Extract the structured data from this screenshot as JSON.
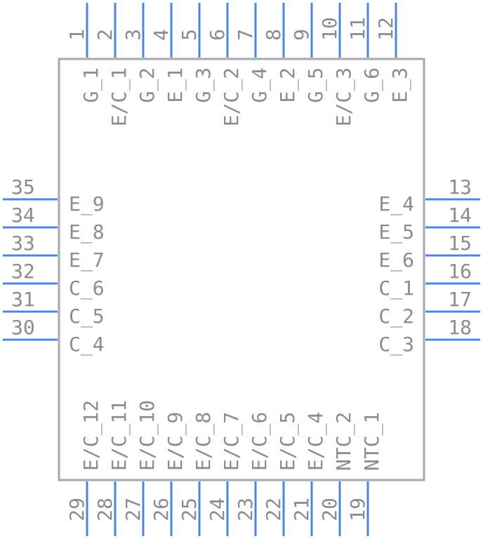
{
  "component": {
    "body_color": "#a8a8a8",
    "pin_color": "#4a86e8",
    "text_color": "#8c8c8c"
  },
  "pins": {
    "top": [
      {
        "number": "1",
        "name": "G_1"
      },
      {
        "number": "2",
        "name": "E/C_1"
      },
      {
        "number": "3",
        "name": "G_2"
      },
      {
        "number": "4",
        "name": "E_1"
      },
      {
        "number": "5",
        "name": "G_3"
      },
      {
        "number": "6",
        "name": "E/C_2"
      },
      {
        "number": "7",
        "name": "G_4"
      },
      {
        "number": "8",
        "name": "E_2"
      },
      {
        "number": "9",
        "name": "G_5"
      },
      {
        "number": "10",
        "name": "E/C_3"
      },
      {
        "number": "11",
        "name": "G_6"
      },
      {
        "number": "12",
        "name": "E_3"
      }
    ],
    "right": [
      {
        "number": "13",
        "name": "E_4"
      },
      {
        "number": "14",
        "name": "E_5"
      },
      {
        "number": "15",
        "name": "E_6"
      },
      {
        "number": "16",
        "name": "C_1"
      },
      {
        "number": "17",
        "name": "C_2"
      },
      {
        "number": "18",
        "name": "C_3"
      }
    ],
    "bottom": [
      {
        "number": "29",
        "name": "E/C_12"
      },
      {
        "number": "28",
        "name": "E/C_11"
      },
      {
        "number": "27",
        "name": "E/C_10"
      },
      {
        "number": "26",
        "name": "E/C_9"
      },
      {
        "number": "25",
        "name": "E/C_8"
      },
      {
        "number": "24",
        "name": "E/C_7"
      },
      {
        "number": "23",
        "name": "E/C_6"
      },
      {
        "number": "22",
        "name": "E/C_5"
      },
      {
        "number": "21",
        "name": "E/C_4"
      },
      {
        "number": "20",
        "name": "NTC_2"
      },
      {
        "number": "19",
        "name": "NTC_1"
      }
    ],
    "left": [
      {
        "number": "35",
        "name": "E_9"
      },
      {
        "number": "34",
        "name": "E_8"
      },
      {
        "number": "33",
        "name": "E_7"
      },
      {
        "number": "32",
        "name": "C_6"
      },
      {
        "number": "31",
        "name": "C_5"
      },
      {
        "number": "30",
        "name": "C_4"
      }
    ]
  }
}
